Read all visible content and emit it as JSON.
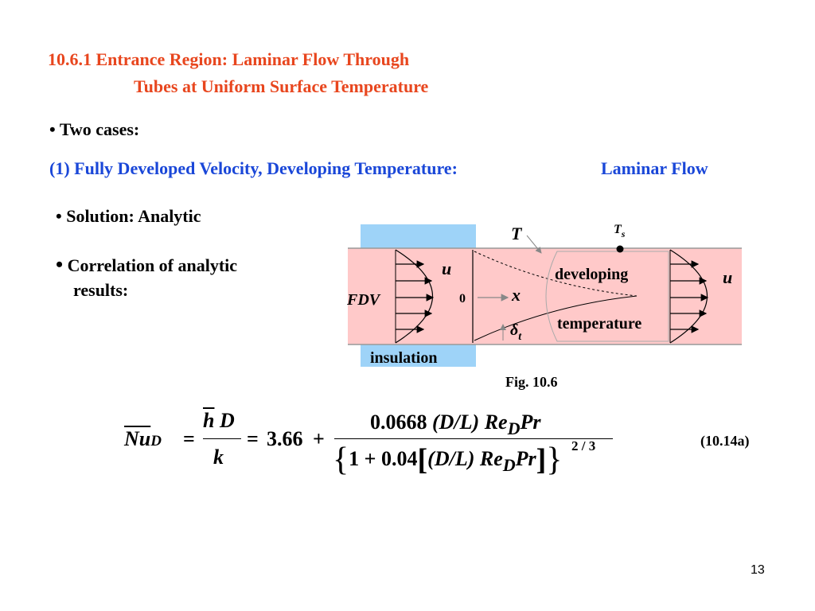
{
  "slide": {
    "title_line1": "10.6.1 Entrance Region: Laminar Flow Through",
    "title_line2": "Tubes at Uniform Surface Temperature",
    "bullet_two_cases": "Two cases:",
    "case1": "(1) Fully Developed Velocity, Developing Temperature:",
    "laminar_flow": "Laminar Flow",
    "bullet_solution": "Solution: Analytic",
    "bullet_correlation_line1": "Correlation of analytic",
    "bullet_correlation_line2": "results:",
    "bullet_symbol": "•",
    "page_number": "13"
  },
  "figure": {
    "label_T": "T",
    "label_Ts_main": "T",
    "label_Ts_sub": "s",
    "label_u_left": "u",
    "label_u_right": "u",
    "label_developing": "developing",
    "label_temperature": "temperature",
    "label_FDV": "FDV",
    "label_zero": "0",
    "label_x": "x",
    "label_delta": "δ",
    "label_delta_sub": "t",
    "label_insulation": "insulation",
    "caption": "Fig. 10.6",
    "colors": {
      "tube": "#ffc9c9",
      "insulation": "#9ed3f8"
    }
  },
  "equation": {
    "nu": "Nu",
    "nu_sub": "D",
    "eq1": "=",
    "h": "h",
    "D": "D",
    "k": "k",
    "eq2": "=",
    "const": "3.66",
    "plus": "+",
    "num_coeff": "0.0668",
    "num_ratio": "(D/L)",
    "num_re": "Re",
    "num_re_sub": "D",
    "num_pr": "Pr",
    "den_open": "{",
    "den_one": "1",
    "den_plus": "+",
    "den_coeff": "0.04",
    "den_lbracket": "[",
    "den_ratio": "(D/L)",
    "den_re": "Re",
    "den_re_sub": "D",
    "den_pr": "Pr",
    "den_rbracket": "]",
    "den_exp": "2 / 3",
    "den_close": "}",
    "number": "(10.14a)"
  }
}
